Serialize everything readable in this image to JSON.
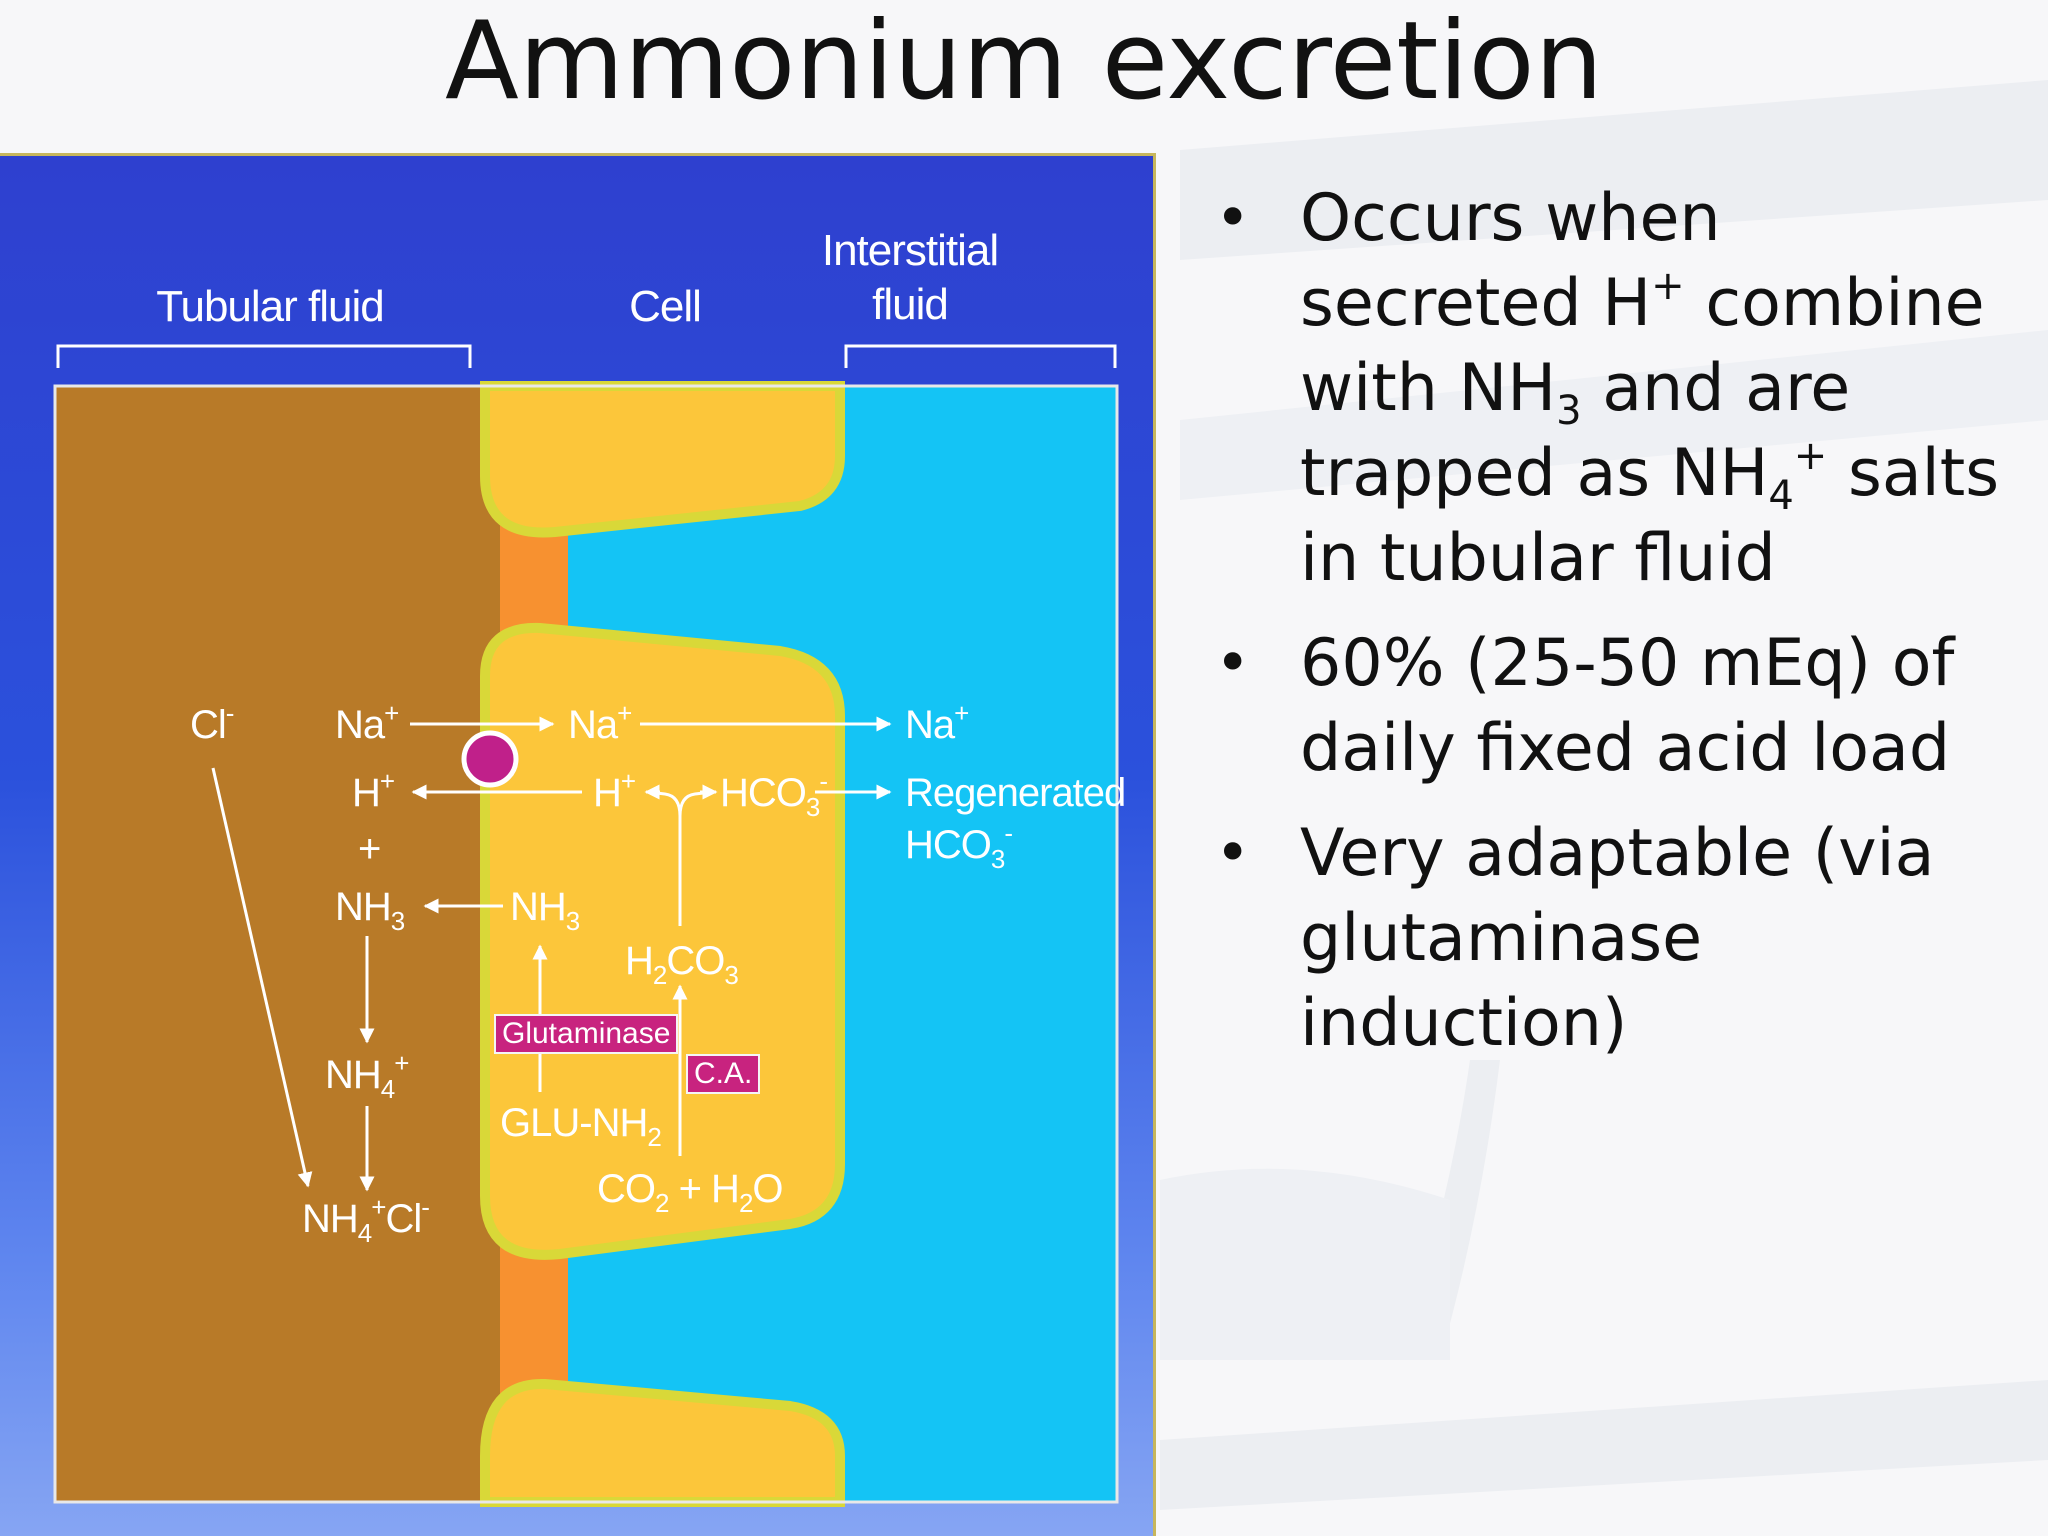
{
  "slide": {
    "title": "Ammonium excretion"
  },
  "diagram": {
    "regions": {
      "tubular_fluid": "Tubular fluid",
      "cell": "Cell",
      "interstitial_line1": "Interstitial",
      "interstitial_line2": "fluid"
    },
    "labels": {
      "cl": "Cl",
      "na_lumen": "Na",
      "h_lumen": "H",
      "plus": "+",
      "nh3_lumen": "NH",
      "nh4": "NH",
      "nh4cl": "NH",
      "na_cell": "Na",
      "h_cell": "H",
      "hco3_cell": "HCO",
      "na_interstitial": "Na",
      "regenerated": "Regenerated",
      "hco3_interstitial": "HCO",
      "nh3_cell": "NH",
      "h2co3": "H",
      "glu_nh2": "GLU-NH",
      "co2_h2o": "CO"
    },
    "enzymes": {
      "glutaminase": "Glutaminase",
      "carbonic_anhydrase": "C.A."
    },
    "colors": {
      "tubular_fluid": "#b87a28",
      "cell": "#fcc63a",
      "cell_border": "#d9d838",
      "interstitial": "#14c4f5",
      "apical_membrane": "#f79130",
      "transporter": "#c0208a",
      "arrow": "#ffffff"
    }
  },
  "bullets": [
    {
      "p1": "Occurs when secreted H",
      "sup1": "+",
      "p2": " combine with NH",
      "sub1": "3",
      "p3": " and are trapped as NH",
      "sub2": "4",
      "sup2": "+",
      "p4": " salts in tubular fluid"
    },
    {
      "p1": "60% (25-50 mEq) of daily fixed acid load"
    },
    {
      "p1": "Very adaptable (via glutaminase induction)"
    }
  ]
}
